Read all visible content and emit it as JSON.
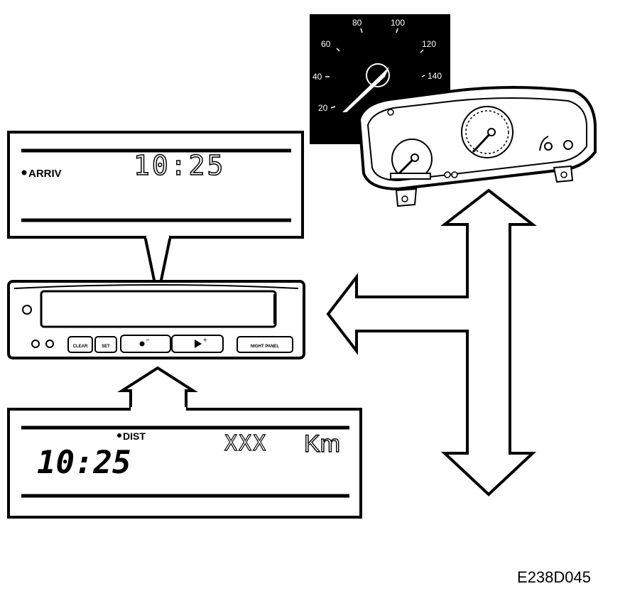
{
  "top_display": {
    "mode_label": "ARRIV",
    "time": "10:25"
  },
  "bottom_display": {
    "mode_label": "DIST",
    "time": "10:25",
    "value": "XXX",
    "unit": "Km"
  },
  "unit_buttons": {
    "clear": "CLEAR",
    "set": "SET",
    "minus": "−",
    "plus": "+",
    "night": "NIGHT PANEL"
  },
  "speedometer": {
    "tick_labels": [
      "20",
      "40",
      "60",
      "80",
      "100",
      "120",
      "140"
    ],
    "needle_value": 20
  },
  "figure_code": "E238D045"
}
